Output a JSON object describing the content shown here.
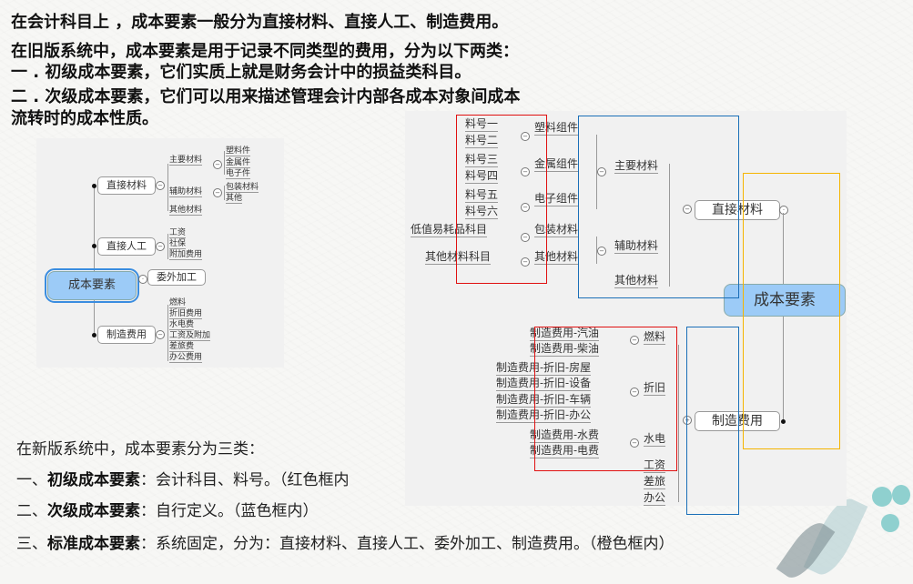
{
  "intro": {
    "line1": "在会计科目上 ，成本要素一般分为直接材料、直接人工、制造费用。",
    "line2": "在旧版系统中，成本要素是用于记录不同类型的费用，分为以下两类：",
    "line3": "一 . 初级成本要素，它们实质上就是财务会计中的损益类科目。",
    "line4": "二 . 次级成本要素，它们可以用来描述管理会计内部各成本对象间成本",
    "line5": "流转时的成本性质。"
  },
  "old_diagram": {
    "root": "成本要素",
    "branches": [
      {
        "label": "直接材料",
        "children": [
          {
            "label": "主要材料",
            "children": [
              "塑料件",
              "金属件",
              "电子件"
            ]
          },
          {
            "label": "辅助材料",
            "children": [
              "包装材料",
              "其他"
            ]
          },
          {
            "label": "其他材料"
          }
        ]
      },
      {
        "label": "直接人工",
        "children": [
          "工资",
          "社保",
          "附加费用"
        ]
      },
      {
        "label": "委外加工"
      },
      {
        "label": "制造费用",
        "children": [
          "燃料",
          "折旧费用",
          "水电费",
          "工资及附加",
          "差旅费",
          "办公费用"
        ]
      }
    ]
  },
  "new_diagram": {
    "root": "成本要素",
    "direct_material": {
      "label": "直接材料",
      "main": {
        "label": "主要材料",
        "groups": [
          {
            "label": "塑料组件",
            "items": [
              "料号一",
              "料号二"
            ]
          },
          {
            "label": "金属组件",
            "items": [
              "料号三",
              "料号四"
            ]
          },
          {
            "label": "电子组件",
            "items": [
              "料号五",
              "料号六"
            ]
          }
        ]
      },
      "aux": {
        "label": "辅助材料",
        "groups": [
          {
            "label": "包装材料",
            "items": [
              "低值易耗品科目"
            ]
          },
          {
            "label": "其他材料",
            "items": [
              "其他材料科目"
            ]
          }
        ]
      },
      "other": {
        "label": "其他材料"
      }
    },
    "manufacturing": {
      "label": "制造费用",
      "groups": [
        {
          "label": "燃料",
          "items": [
            "制造费用-汽油",
            "制造费用-柴油"
          ]
        },
        {
          "label": "折旧",
          "items": [
            "制造费用-折旧-房屋",
            "制造费用-折旧-设备",
            "制造费用-折旧-车辆",
            "制造费用-折旧-办公"
          ]
        },
        {
          "label": "水电",
          "items": [
            "制造费用-水费",
            "制造费用-电费"
          ]
        },
        {
          "label": "工资"
        },
        {
          "label": "差旅"
        },
        {
          "label": "办公"
        }
      ]
    },
    "box_colors": {
      "red": "#e01010",
      "blue": "#1a6fb8",
      "orange": "#f5b400"
    }
  },
  "new_system": {
    "heading": "在新版系统中，成本要素分为三类：",
    "items": [
      {
        "prefix": "一、",
        "term": "初级成本要素",
        "desc": "：会计科目、料号。（红色框内"
      },
      {
        "prefix": "二、",
        "term": "次级成本要素",
        "desc": "：自行定义。（蓝色框内）"
      },
      {
        "prefix": "三、",
        "term": "标准成本要素",
        "desc": "：系统固定，分为：直接材料、直接人工、委外加工、制造费用。（橙色框内）"
      }
    ]
  }
}
